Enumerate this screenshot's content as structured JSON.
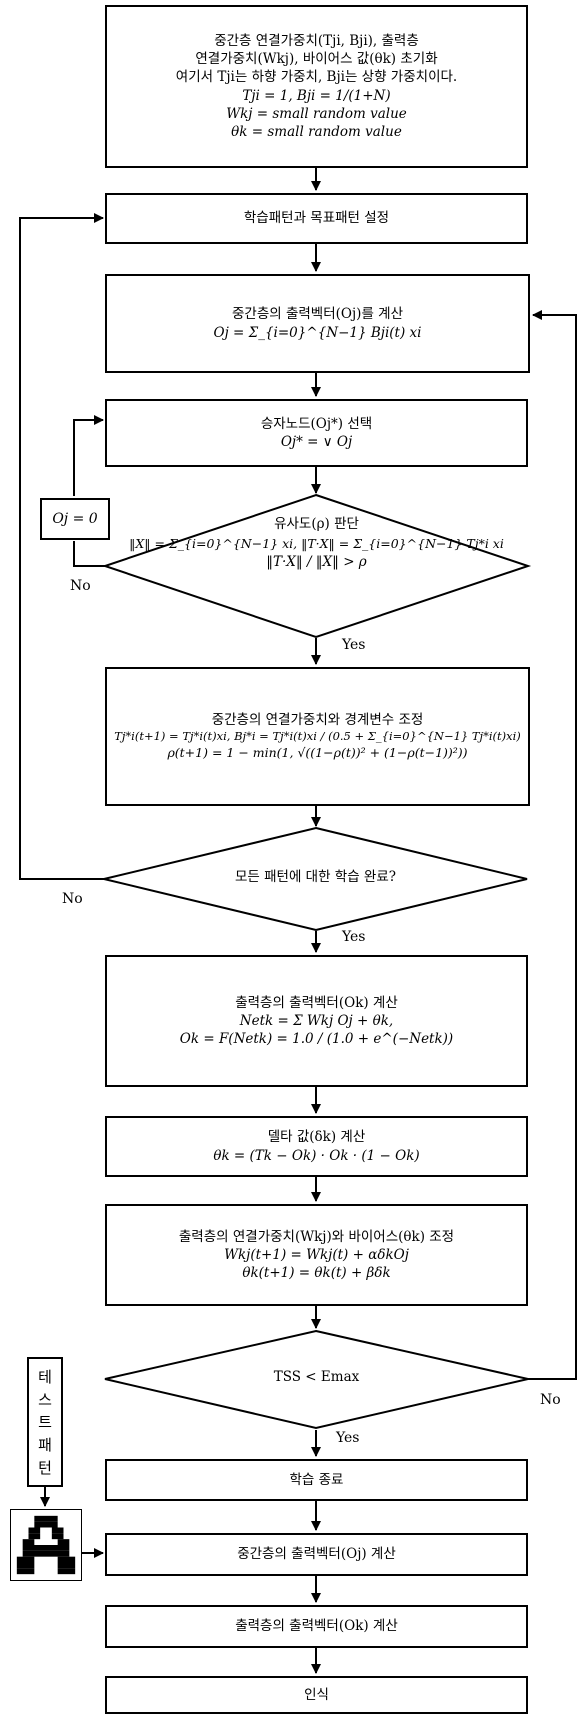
{
  "boxes": {
    "init": [
      "중간층 연결가중치(Tji, Bji), 출력층",
      "연결가중치(Wkj), 바이어스 값(θk) 초기화",
      "여기서 Tji는 하향 가중치, Bji는 상향 가중치이다.",
      "Tji = 1, Bji = 1/(1+N)",
      "Wkj = small random value",
      "θk = small random value"
    ],
    "set_pattern": [
      "학습패턴과 목표패턴 설정"
    ],
    "hidden_output": [
      "중간층의 출력벡터(Oj)를 계산",
      "Oj = Σ_{i=0}^{N−1} Bji(t) xi"
    ],
    "winner": [
      "승자노드(Oj*) 선택",
      "Oj* = ∨ Oj"
    ],
    "adjust_hidden": [
      "중간층의 연결가중치와 경계변수 조정",
      "Tj*i(t+1) = Tj*i(t)xi,  Bj*i = Tj*i(t)xi / (0.5 + Σ_{i=0}^{N−1} Tj*i(t)xi)",
      "ρ(t+1) = 1 − min(1, √((1−ρ(t))² + (1−ρ(t−1))²))"
    ],
    "output_vector": [
      "출력층의 출력벡터(Ok) 계산",
      "Netk = Σ Wkj Oj + θk,",
      "Ok = F(Netk) = 1.0 / (1.0 + e^(−Netk))"
    ],
    "delta": [
      "델타 값(δk) 계산",
      "θk = (Tk − Ok) · Ok · (1 − Ok)"
    ],
    "adjust_output": [
      "출력층의 연결가중치(Wkj)와 바이어스(θk) 조정",
      "Wkj(t+1) = Wkj(t) + αδkOj",
      "θk(t+1) = θk(t) + βδk"
    ],
    "end_learning": [
      "학습 종료"
    ],
    "test_hidden": [
      "중간층의 출력벡터(Oj) 계산"
    ],
    "test_output": [
      "출력층의 출력벡터(Ok) 계산"
    ],
    "recognize": [
      "인식"
    ]
  },
  "decisions": {
    "similarity": [
      "유사도(ρ) 판단",
      "‖X‖ = Σ_{i=0}^{N−1} xi,  ‖T·X‖ = Σ_{i=0}^{N−1} Tj*i xi",
      "‖T·X‖ / ‖X‖ > ρ"
    ],
    "all_patterns": "모든 패턴에 대한 학습 완료?",
    "tss": "TSS < Emax"
  },
  "reset_box": "Oj = 0",
  "branch_labels": {
    "similarity_no": "No",
    "similarity_yes": "Yes",
    "all_no": "No",
    "all_yes": "Yes",
    "tss_no": "No",
    "tss_yes": "Yes"
  },
  "test_pattern_label": [
    "테",
    "스",
    "트",
    "패",
    "턴"
  ],
  "input_glyph": "letter-A-bitmap"
}
